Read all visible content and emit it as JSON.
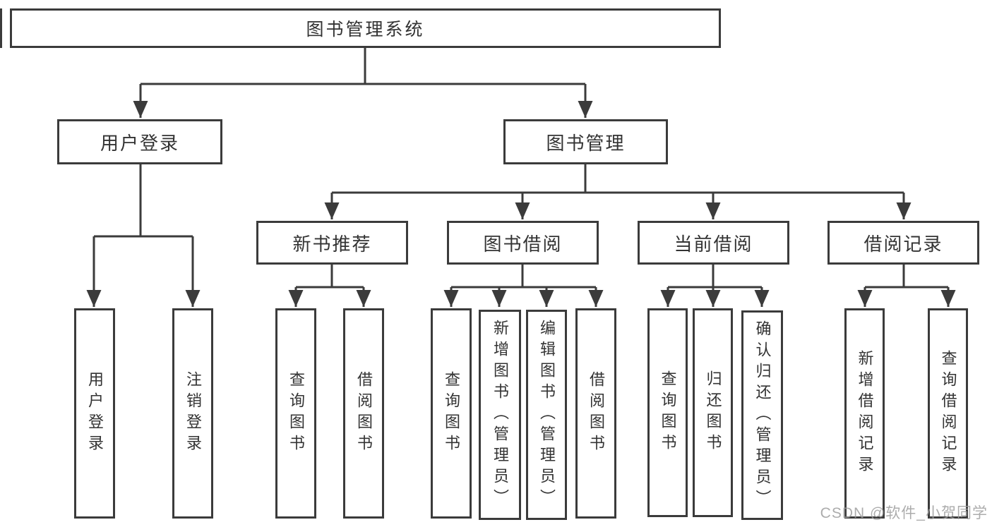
{
  "nodes": {
    "root": "图书管理系统",
    "level2": {
      "user_login": "用户登录",
      "book_management": "图书管理"
    },
    "level3": {
      "new_book_recommend": "新书推荐",
      "book_borrow": "图书借阅",
      "current_borrow": "当前借阅",
      "borrow_records": "借阅记录"
    },
    "leaves": {
      "user_login": "用户登录",
      "logout": "注销登录",
      "rec_query_book": "查询图书",
      "rec_borrow_book": "借阅图书",
      "bb_query_book": "查询图书",
      "bb_add_book": "新增图书（管理员）",
      "bb_edit_book": "编辑图书（管理员）",
      "bb_borrow_book": "借阅图书",
      "cb_query_book": "查询图书",
      "cb_return_book": "归还图书",
      "cb_confirm_return": "确认归还（管理员）",
      "br_add_record": "新增借阅记录",
      "br_query_record": "查询借阅记录"
    }
  },
  "watermark": {
    "text": "CSDN @软件_小贺同学"
  },
  "colors": {
    "line": "#3b3b3b",
    "text": "#333333",
    "background": "#ffffff",
    "watermark": "#9e9e9e"
  }
}
